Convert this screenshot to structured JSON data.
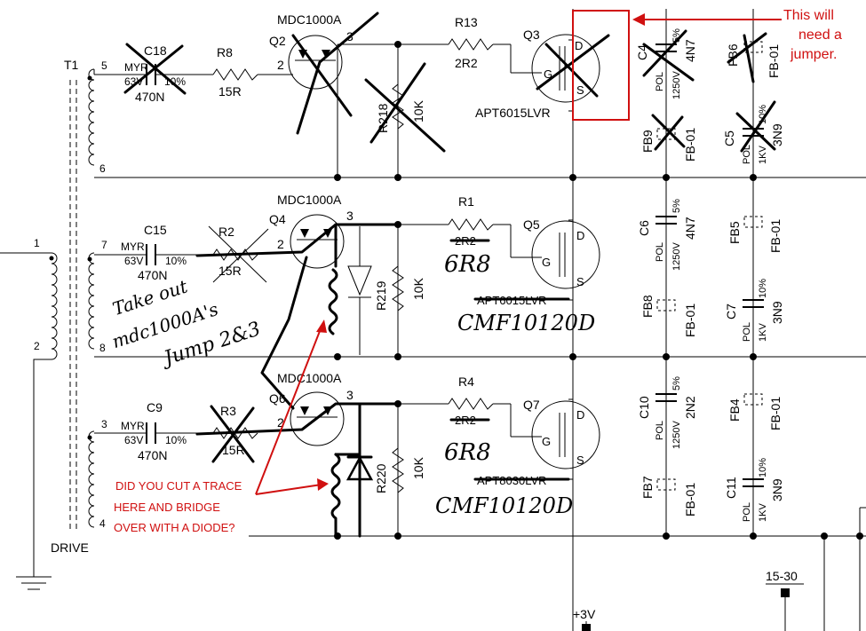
{
  "diagram": {
    "transformer": {
      "name": "T1",
      "footer": "DRIVE",
      "pins": [
        "5",
        "6",
        "7",
        "8",
        "3",
        "4",
        "1",
        "2"
      ]
    },
    "top_stage": {
      "cap": "C18",
      "cap_type": "MYR",
      "cap_voltage": "63V",
      "cap_tol": "10%",
      "cap_value": "470N",
      "resistor": "R8",
      "resistor_value": "15R",
      "driver": "Q2",
      "driver_part": "MDC1000A",
      "pin2": "2",
      "pin3": "3",
      "shunt": "R218",
      "shunt_value": "10K",
      "gate_res": "R13",
      "gate_value": "2R2",
      "fet": "Q3",
      "fet_part": "APT6015LVR"
    },
    "mid_stage": {
      "cap": "C15",
      "cap_type": "MYR",
      "cap_voltage": "63V",
      "cap_tol": "10%",
      "cap_value": "470N",
      "resistor": "R2",
      "resistor_value": "15R",
      "driver": "Q4",
      "driver_part": "MDC1000A",
      "pin2": "2",
      "pin3": "3",
      "shunt": "R219",
      "shunt_value": "10K",
      "gate_res": "R1",
      "gate_old": "2R2",
      "gate_new": "6R8",
      "fet": "Q5",
      "fet_old": "APT6015LVR",
      "fet_new": "CMF10120D"
    },
    "bot_stage": {
      "cap": "C9",
      "cap_type": "MYR",
      "cap_voltage": "63V",
      "cap_tol": "10%",
      "cap_value": "470N",
      "resistor": "R3",
      "resistor_value": "15R",
      "driver": "Q6",
      "driver_part": "MDC1000A",
      "pin2": "2",
      "pin3": "3",
      "shunt": "R220",
      "shunt_value": "10K",
      "gate_res": "R4",
      "gate_old": "2R2",
      "gate_new": "6R8",
      "fet": "Q7",
      "fet_old": "APT8030LVR",
      "fet_new": "CMF10120D"
    },
    "fet_pins": {
      "d": "D",
      "g": "G",
      "s": "S"
    },
    "right_parts": {
      "C4": {
        "name": "C4",
        "tol": "5%",
        "type": "POL",
        "voltage": "1250V",
        "value": "4N7"
      },
      "FB6": {
        "name": "FB6",
        "value": "FB-01"
      },
      "FB9": {
        "name": "FB9",
        "value": "FB-01"
      },
      "C5": {
        "name": "C5",
        "tol": "10%",
        "type": "POL",
        "voltage": "1KV",
        "value": "3N9"
      },
      "C6": {
        "name": "C6",
        "tol": "5%",
        "type": "POL",
        "voltage": "1250V",
        "value": "4N7"
      },
      "FB5": {
        "name": "FB5",
        "value": "FB-01"
      },
      "FB8": {
        "name": "FB8",
        "value": "FB-01"
      },
      "C7": {
        "name": "C7",
        "tol": "10%",
        "type": "POL",
        "voltage": "1KV",
        "value": "3N9"
      },
      "C10": {
        "name": "C10",
        "tol": "5%",
        "type": "POL",
        "voltage": "1250V",
        "value": "2N2"
      },
      "FB4": {
        "name": "FB4",
        "value": "FB-01"
      },
      "FB7": {
        "name": "FB7",
        "value": "FB-01"
      },
      "C11": {
        "name": "C11",
        "tol": "10%",
        "type": "POL",
        "voltage": "1KV",
        "value": "3N9"
      }
    },
    "rail_labels": {
      "r1530": "15-30",
      "plus3v": "+3V"
    },
    "notes": {
      "jumper": [
        "This will",
        "need a",
        "jumper."
      ],
      "handwritten": [
        "Take out",
        "mdc1000A's",
        "Jump 2&3"
      ],
      "question": [
        "DID YOU CUT A TRACE",
        "HERE AND BRIDGE",
        "OVER WITH A DIODE?"
      ]
    },
    "colors": {
      "ink": "#000000",
      "markup": "#d01010",
      "background": "#ffffff"
    }
  }
}
